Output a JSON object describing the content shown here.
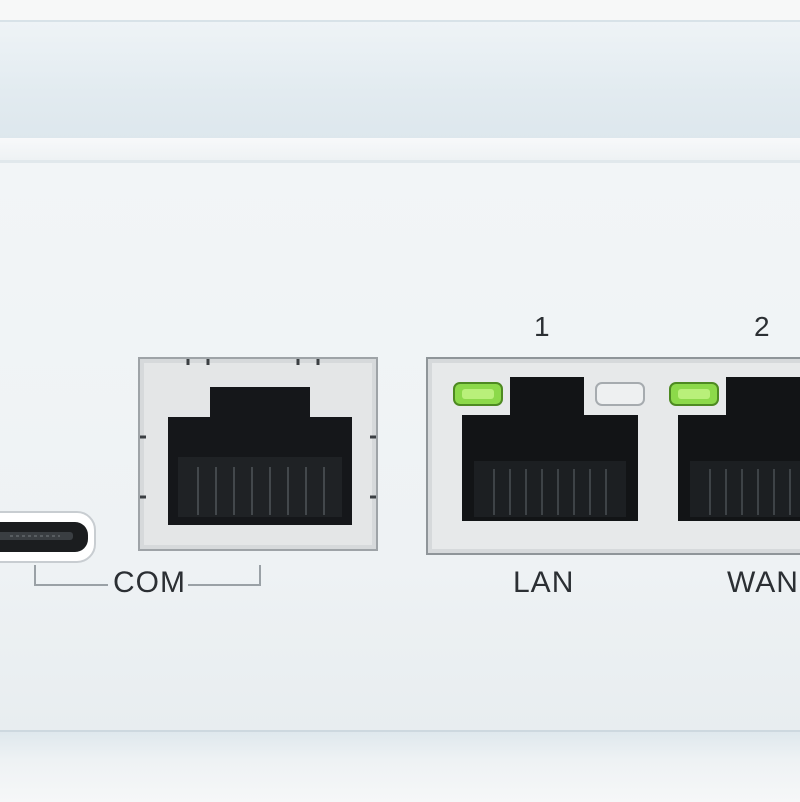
{
  "ports": {
    "console_label": "COM",
    "lan_label": "LAN",
    "wan_label": "WAN",
    "port1_number": "1",
    "port2_number": "2"
  },
  "colors": {
    "chassis": "#eef2f4",
    "port_body": "#1a1c1e",
    "led_green": "#7fd33c",
    "led_off": "#e6e8ea",
    "metal_frame": "#d9dcde"
  }
}
